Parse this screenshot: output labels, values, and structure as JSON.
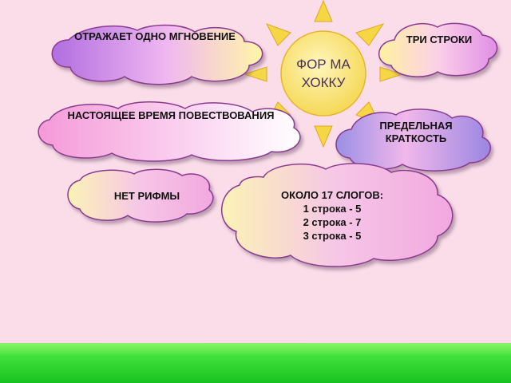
{
  "sun": {
    "label": "ФОР МА ХОККУ"
  },
  "clouds": [
    {
      "id": "moment",
      "lines": [
        "ОТРАЖАЕТ ОДНО МГНОВЕНИЕ"
      ]
    },
    {
      "id": "three-lines",
      "lines": [
        "ТРИ СТРОКИ"
      ]
    },
    {
      "id": "present-tense",
      "lines": [
        "НАСТОЯЩЕЕ ВРЕМЯ ПОВЕСТВОВАНИЯ"
      ]
    },
    {
      "id": "brevity",
      "lines": [
        "ПРЕДЕЛЬНАЯ",
        "КРАТКОСТЬ"
      ]
    },
    {
      "id": "no-rhyme",
      "lines": [
        "НЕТ РИФМЫ"
      ]
    },
    {
      "id": "syllables",
      "lines": [
        "ОКОЛО 17 СЛОГОВ:",
        "1 строка - 5",
        "2 строка - 7",
        "3 строка - 5"
      ]
    }
  ],
  "colors": {
    "background": "#fbdde9",
    "cloud_outline": "#8b3a8f",
    "sun_fill": "#f7e27a",
    "sun_ray": "#f5d645",
    "grass": "#2fd12b"
  }
}
